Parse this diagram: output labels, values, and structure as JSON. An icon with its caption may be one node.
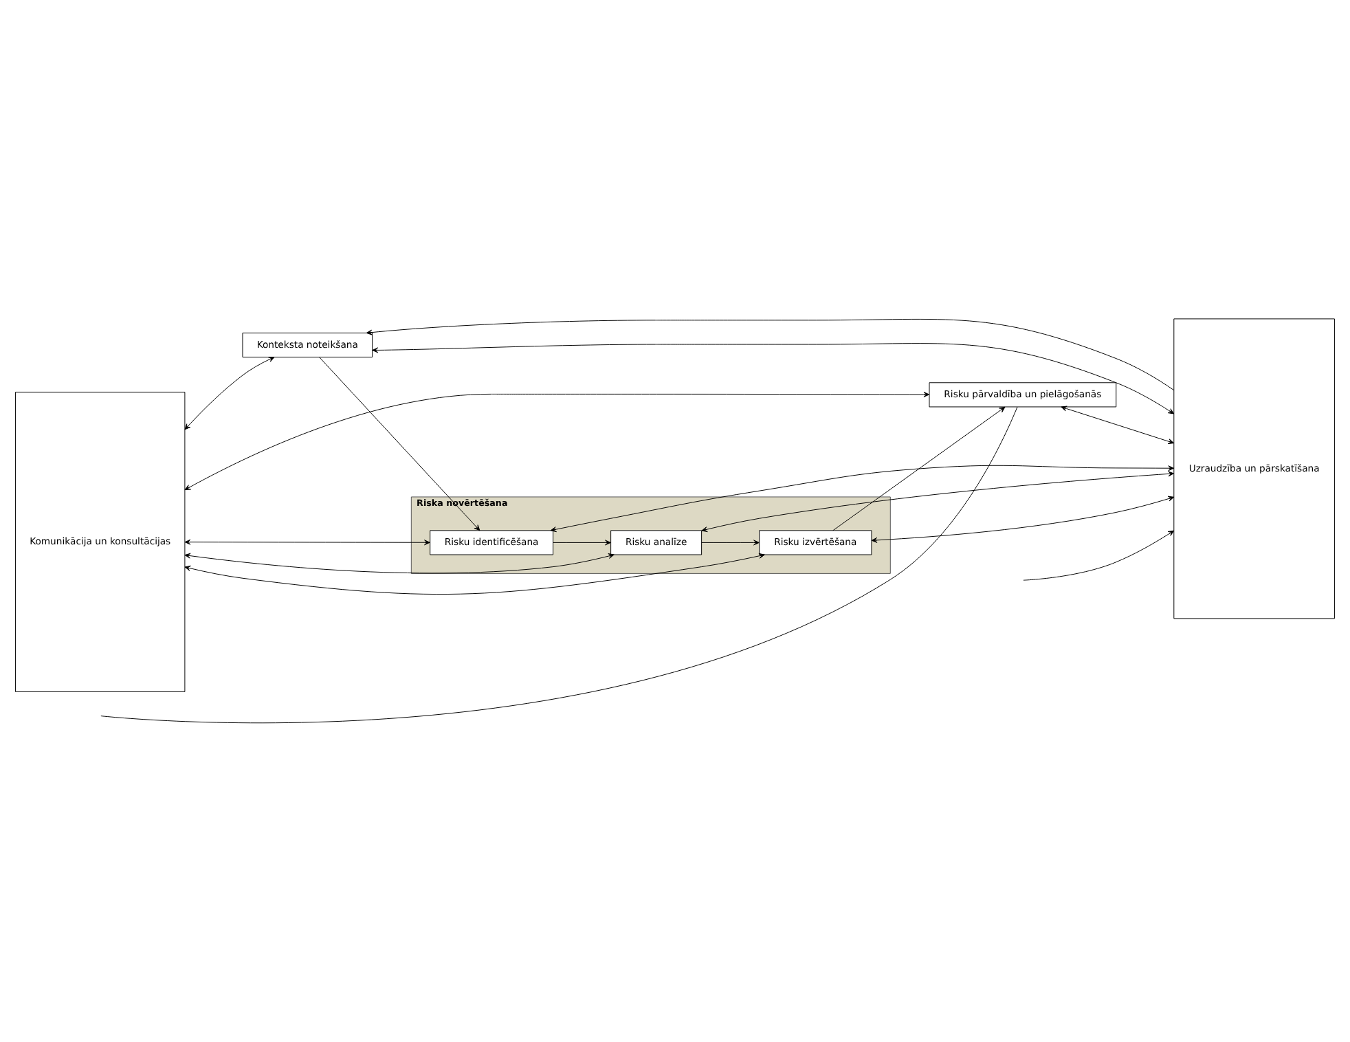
{
  "diagram": {
    "nodes": [
      {
        "text": [
          "Komunikācija un konsultācijas"
        ]
      },
      {
        "text": [
          "Konteksta noteikšana"
        ]
      },
      {
        "text": [
          "Riska novērtēšana"
        ]
      },
      {
        "text": [
          "Risku identificēšana"
        ],
        "in": 2
      },
      {
        "text": [
          "Risku analīze"
        ],
        "in": 2
      },
      {
        "text": [
          "Risku izvērtēšana"
        ],
        "in": 2
      },
      {
        "text": [
          "Risku pārvaldība un pielāgošanās"
        ]
      },
      {
        "text": [
          "Uzraudzība un pārskatīšana"
        ]
      }
    ],
    "edges": [
      {
        "from": 0,
        "to": 1,
        "arrow": "both"
      },
      {
        "from": 1,
        "to": 7,
        "arrow": "both"
      },
      {
        "from": 7,
        "to": 1,
        "arrow": "to"
      },
      {
        "from": 1,
        "to": 3,
        "arrow": "to"
      },
      {
        "from": 0,
        "to": 3,
        "arrow": "both"
      },
      {
        "from": 3,
        "to": 7,
        "arrow": "both"
      },
      {
        "from": 3,
        "to": 4,
        "arrow": "to"
      },
      {
        "from": 0,
        "to": 4,
        "arrow": "both"
      },
      {
        "from": 4,
        "to": 7,
        "arrow": "both"
      },
      {
        "from": 4,
        "to": 5,
        "arrow": "to"
      },
      {
        "from": 0,
        "to": 5,
        "arrow": "both"
      },
      {
        "from": 5,
        "to": 7,
        "arrow": "both"
      },
      {
        "from": 5,
        "to": 6,
        "arrow": "to"
      },
      {
        "from": 0,
        "to": 6,
        "arrow": "both"
      },
      {
        "from": 6,
        "to": 7,
        "arrow": "both"
      },
      {
        "from": 6,
        "to": null,
        "arrow": "none"
      },
      {
        "from": null,
        "to": 7,
        "arrow": "to"
      }
    ]
  }
}
